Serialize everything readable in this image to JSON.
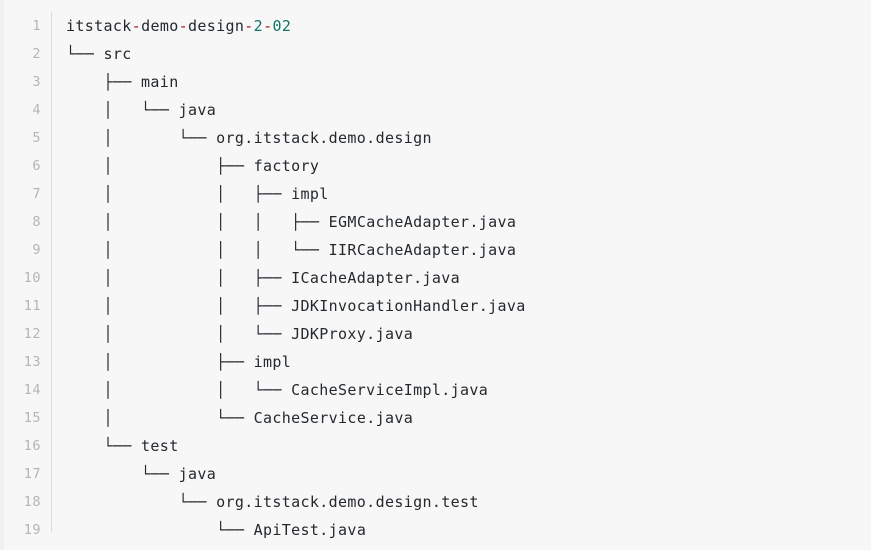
{
  "code_block": {
    "language": "text",
    "background_color": "#f7f7f7",
    "gutter": {
      "divider_color": "#dcdcdc",
      "number_color": "#b3b3bb",
      "line_numbers": [
        1,
        2,
        3,
        4,
        5,
        6,
        7,
        8,
        9,
        10,
        11,
        12,
        13,
        14,
        15,
        16,
        17,
        18,
        19
      ]
    },
    "syntax_colors": {
      "text": "#24292e",
      "punctuation": "#a61717",
      "number": "#0f7369"
    },
    "root_name": "itstack-demo-design-2-02",
    "root_segments": [
      {
        "text": "itstack",
        "type": "text"
      },
      {
        "text": "-",
        "type": "punctuation"
      },
      {
        "text": "demo",
        "type": "text"
      },
      {
        "text": "-",
        "type": "punctuation"
      },
      {
        "text": "design",
        "type": "text"
      },
      {
        "text": "-",
        "type": "punctuation"
      },
      {
        "text": "2",
        "type": "number"
      },
      {
        "text": "-",
        "type": "punctuation"
      },
      {
        "text": "02",
        "type": "number"
      }
    ],
    "lines": [
      {
        "n": 1,
        "prefix": "",
        "name": "itstack-demo-design-2-02",
        "raw": "itstack-demo-design-2-02"
      },
      {
        "n": 2,
        "prefix": "└── ",
        "name": "src",
        "raw": "└── src"
      },
      {
        "n": 3,
        "prefix": "    ├── ",
        "name": "main",
        "raw": "    ├── main"
      },
      {
        "n": 4,
        "prefix": "    │   └── ",
        "name": "java",
        "raw": "    │   └── java"
      },
      {
        "n": 5,
        "prefix": "    │       └── ",
        "name": "org.itstack.demo.design",
        "raw": "    │       └── org.itstack.demo.design"
      },
      {
        "n": 6,
        "prefix": "    │           ├── ",
        "name": "factory",
        "raw": "    │           ├── factory"
      },
      {
        "n": 7,
        "prefix": "    │           │   ├── ",
        "name": "impl",
        "raw": "    │           │   ├── impl"
      },
      {
        "n": 8,
        "prefix": "    │           │   │   ├── ",
        "name": "EGMCacheAdapter.java",
        "raw": "    │           │   │   ├── EGMCacheAdapter.java"
      },
      {
        "n": 9,
        "prefix": "    │           │   │   └── ",
        "name": "IIRCacheAdapter.java",
        "raw": "    │           │   │   └── IIRCacheAdapter.java"
      },
      {
        "n": 10,
        "prefix": "    │           │   ├── ",
        "name": "ICacheAdapter.java",
        "raw": "    │           │   ├── ICacheAdapter.java"
      },
      {
        "n": 11,
        "prefix": "    │           │   ├── ",
        "name": "JDKInvocationHandler.java",
        "raw": "    │           │   ├── JDKInvocationHandler.java"
      },
      {
        "n": 12,
        "prefix": "    │           │   └── ",
        "name": "JDKProxy.java",
        "raw": "    │           │   └── JDKProxy.java"
      },
      {
        "n": 13,
        "prefix": "    │           ├── ",
        "name": "impl",
        "raw": "    │           ├── impl"
      },
      {
        "n": 14,
        "prefix": "    │           │   └── ",
        "name": "CacheServiceImpl.java",
        "raw": "    │           │   └── CacheServiceImpl.java"
      },
      {
        "n": 15,
        "prefix": "    │           └── ",
        "name": "CacheService.java",
        "raw": "    │           └── CacheService.java"
      },
      {
        "n": 16,
        "prefix": "    └── ",
        "name": "test",
        "raw": "    └── test"
      },
      {
        "n": 17,
        "prefix": "        └── ",
        "name": "java",
        "raw": "        └── java"
      },
      {
        "n": 18,
        "prefix": "            └── ",
        "name": "org.itstack.demo.design.test",
        "raw": "            └── org.itstack.demo.design.test"
      },
      {
        "n": 19,
        "prefix": "                └── ",
        "name": "ApiTest.java",
        "raw": "                └── ApiTest.java"
      }
    ]
  }
}
